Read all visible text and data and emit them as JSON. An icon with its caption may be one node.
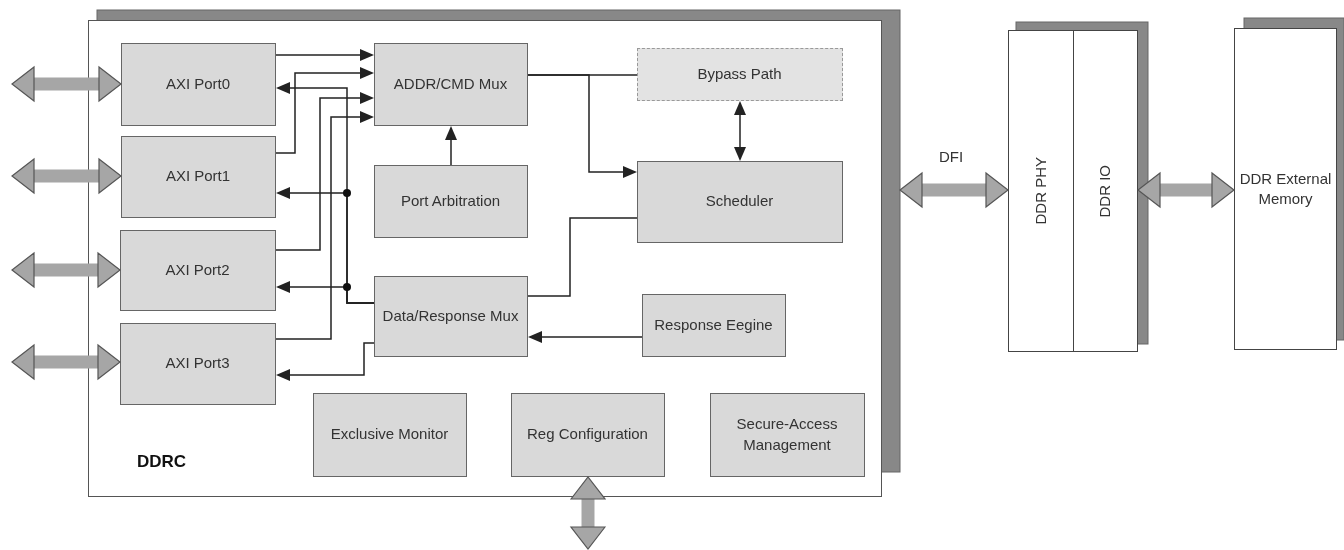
{
  "diagram": {
    "nodes": [
      {
        "text": [
          "DDRC"
        ]
      },
      {
        "text": [
          "AXI Port0"
        ],
        "in": 0
      },
      {
        "text": [
          "AXI Port1"
        ],
        "in": 0
      },
      {
        "text": [
          "AXI Port2"
        ],
        "in": 0
      },
      {
        "text": [
          "AXI Port3"
        ],
        "in": 0
      },
      {
        "text": [
          "ADDR/CMD Mux"
        ],
        "in": 0
      },
      {
        "text": [
          "Port Arbitration"
        ],
        "in": 0
      },
      {
        "text": [
          "Bypass Path"
        ],
        "in": 0
      },
      {
        "text": [
          "Scheduler"
        ],
        "in": 0
      },
      {
        "text": [
          "Data/Response Mux"
        ],
        "in": 0
      },
      {
        "text": [
          "Response Eegine"
        ],
        "in": 0
      },
      {
        "text": [
          "Exclusive Monitor"
        ],
        "in": 0
      },
      {
        "text": [
          "Reg Configuration"
        ],
        "in": 0
      },
      {
        "text": [
          "Secure-Access Management"
        ],
        "in": 0
      },
      {
        "text": [
          "DDR PHY"
        ]
      },
      {
        "text": [
          "DDR IO"
        ]
      },
      {
        "text": [
          "DDR External Memory"
        ]
      }
    ],
    "edges": [
      {
        "from": 1,
        "to": 5,
        "arrow": "to"
      },
      {
        "from": 2,
        "to": 5,
        "arrow": "to"
      },
      {
        "from": 3,
        "to": 5,
        "arrow": "to"
      },
      {
        "from": 4,
        "to": 5,
        "arrow": "to"
      },
      {
        "from": 9,
        "to": 1,
        "arrow": "to"
      },
      {
        "from": 9,
        "to": 2,
        "arrow": "to"
      },
      {
        "from": 9,
        "to": 3,
        "arrow": "to"
      },
      {
        "from": 9,
        "to": 4,
        "arrow": "to"
      },
      {
        "from": 6,
        "to": 5,
        "arrow": "to"
      },
      {
        "from": 5,
        "to": 7,
        "arrow": "none"
      },
      {
        "from": 5,
        "to": 8,
        "arrow": "to"
      },
      {
        "from": 7,
        "to": 8,
        "arrow": "both"
      },
      {
        "from": 8,
        "to": 9,
        "arrow": "none"
      },
      {
        "from": 10,
        "to": 9,
        "arrow": "to"
      },
      {
        "from": null,
        "to": 1,
        "arrow": "both",
        "style": "thick",
        "color": "#a6a6a6"
      },
      {
        "from": null,
        "to": 2,
        "arrow": "both",
        "style": "thick",
        "color": "#a6a6a6"
      },
      {
        "from": null,
        "to": 3,
        "arrow": "both",
        "style": "thick",
        "color": "#a6a6a6"
      },
      {
        "from": null,
        "to": 4,
        "arrow": "both",
        "style": "thick",
        "color": "#a6a6a6"
      },
      {
        "from": 0,
        "to": 14,
        "arrow": "both",
        "label": "DFI",
        "style": "thick",
        "color": "#a6a6a6"
      },
      {
        "from": 15,
        "to": 16,
        "arrow": "both",
        "style": "thick",
        "color": "#a6a6a6"
      },
      {
        "from": 12,
        "to": null,
        "arrow": "both",
        "style": "thick",
        "color": "#a6a6a6"
      }
    ]
  }
}
